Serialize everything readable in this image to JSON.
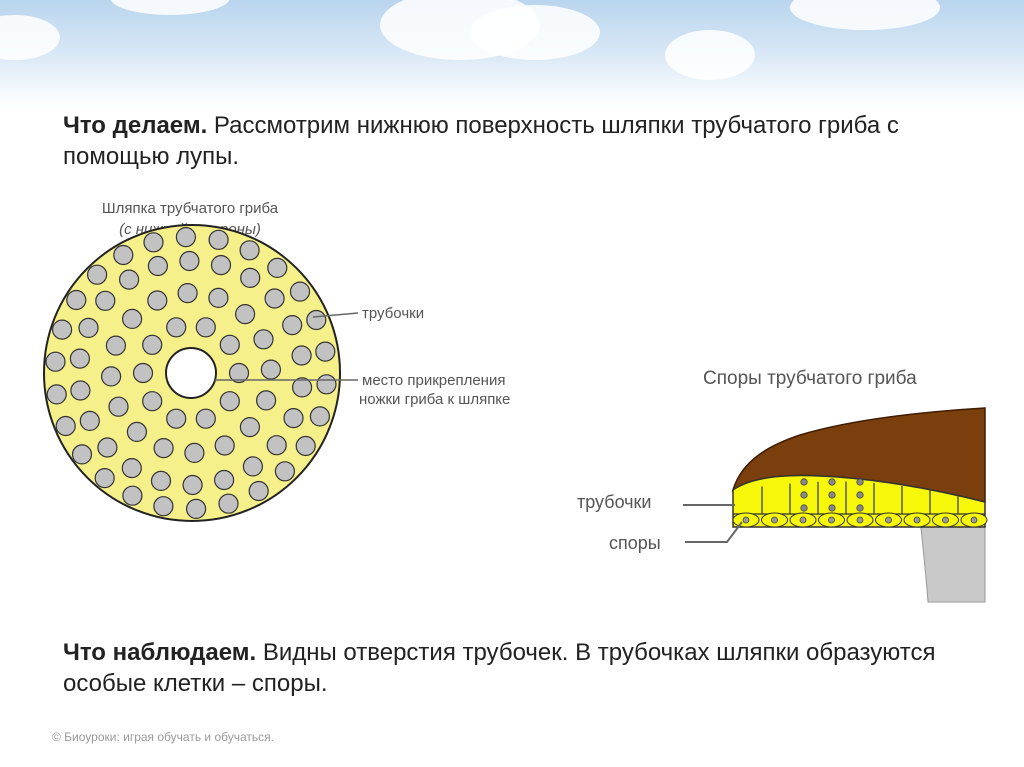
{
  "top_text": {
    "bold": "Что делаем.",
    "rest": " Рассмотрим нижнюю поверхность шляпки трубчатого гриба с помощью лупы."
  },
  "cap_diagram": {
    "title_line1": "Шляпка трубчатого гриба",
    "title_line2": "(с нижней стороны)",
    "label_tubes": "трубочки",
    "label_attach_line1": "место прикрепления",
    "label_attach_line2": "ножки гриба к шляпке"
  },
  "spore_diagram": {
    "title": "Споры трубчатого гриба",
    "label_tubes": "трубочки",
    "label_spores": "споры"
  },
  "bottom_text": {
    "bold": "Что наблюдаем.",
    "rest": " Видны отверстия трубочек. В трубочках шляпки образуются особые клетки – споры."
  },
  "footer": "© Биоуроки: играя обучать и обучаться.",
  "colors": {
    "cap_yellow": "#f5f08a",
    "hole_gray": "#c2c2c2",
    "cap_brown": "#7a3f0c",
    "tube_yellow": "#f7f70a",
    "text_gray": "#555555"
  }
}
